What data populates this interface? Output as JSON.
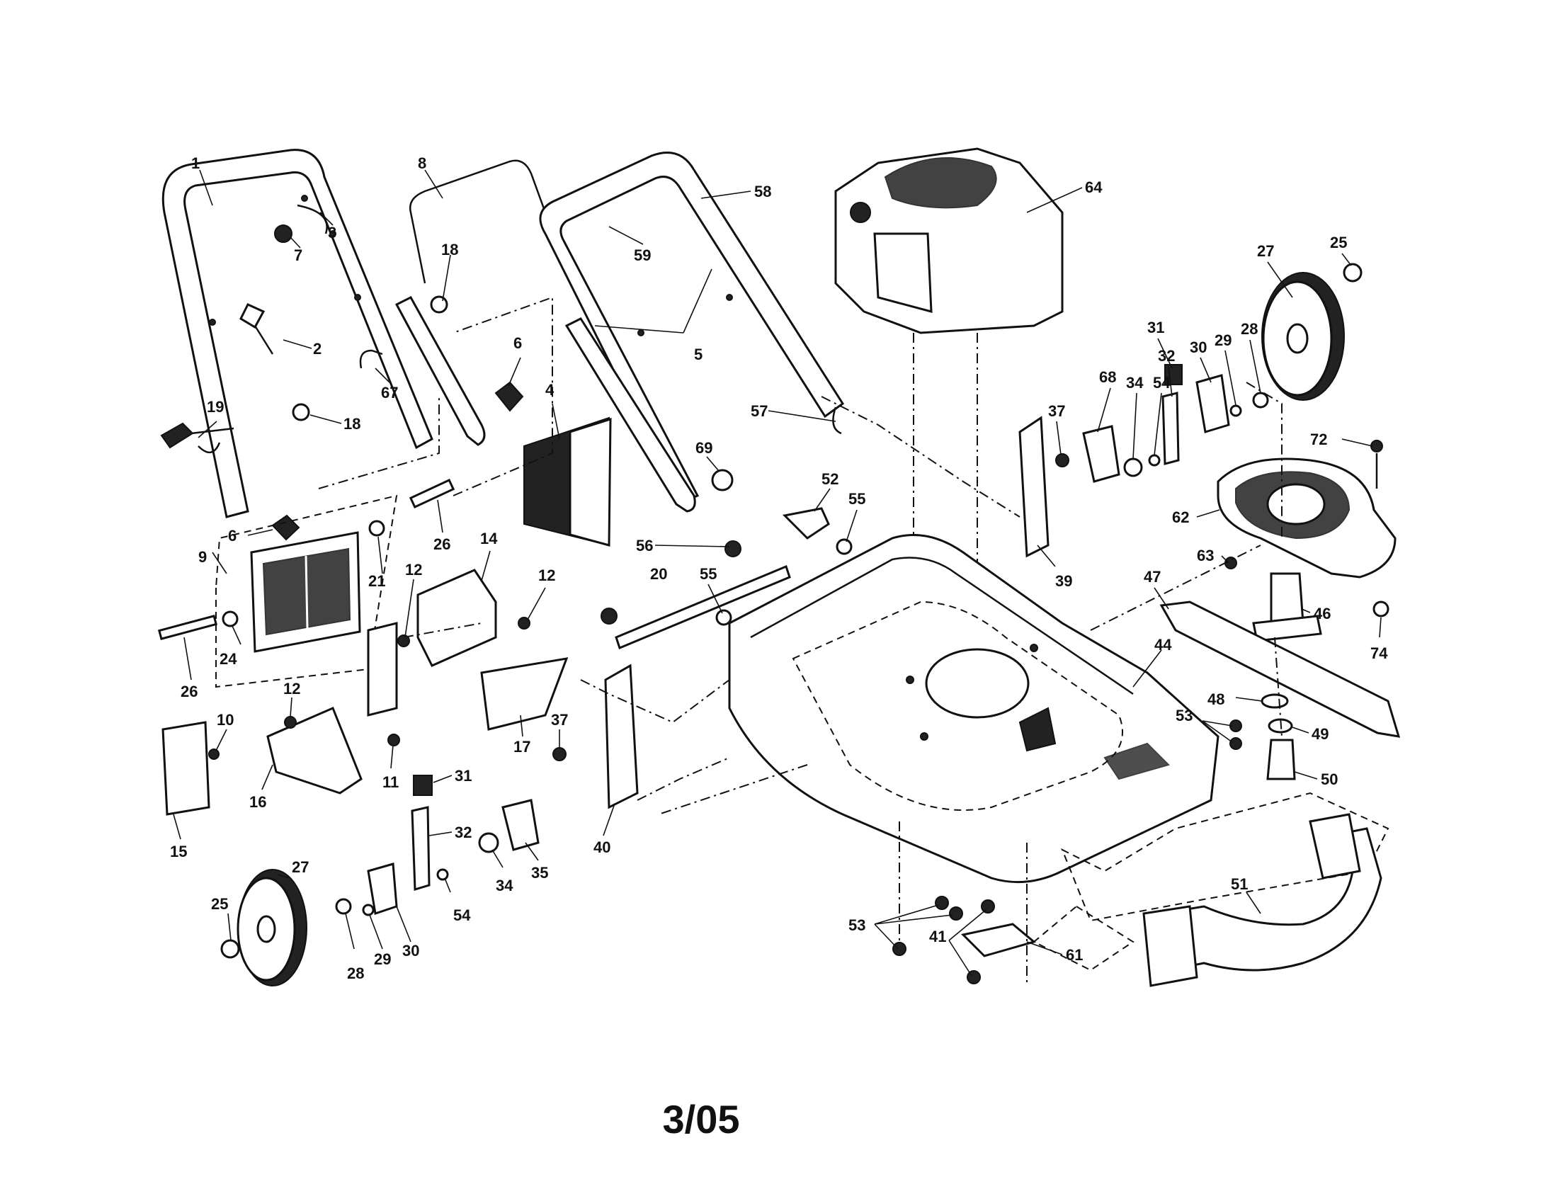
{
  "date_code": "3/05",
  "callouts": [
    {
      "id": "c-1",
      "text": "1"
    },
    {
      "id": "c-7",
      "text": "7"
    },
    {
      "id": "c-3",
      "text": "3"
    },
    {
      "id": "c-8",
      "text": "8"
    },
    {
      "id": "c-18a",
      "text": "18"
    },
    {
      "id": "c-2",
      "text": "2"
    },
    {
      "id": "c-67",
      "text": "67"
    },
    {
      "id": "c-6a",
      "text": "6"
    },
    {
      "id": "c-19",
      "text": "19"
    },
    {
      "id": "c-18b",
      "text": "18"
    },
    {
      "id": "c-6b",
      "text": "6"
    },
    {
      "id": "c-9",
      "text": "9"
    },
    {
      "id": "c-26a",
      "text": "26"
    },
    {
      "id": "c-21",
      "text": "21"
    },
    {
      "id": "c-24",
      "text": "24"
    },
    {
      "id": "c-26b",
      "text": "26"
    },
    {
      "id": "c-14",
      "text": "14"
    },
    {
      "id": "c-12a",
      "text": "12"
    },
    {
      "id": "c-12b",
      "text": "12"
    },
    {
      "id": "c-12c",
      "text": "12"
    },
    {
      "id": "c-4",
      "text": "4"
    },
    {
      "id": "c-10",
      "text": "10"
    },
    {
      "id": "c-11",
      "text": "11"
    },
    {
      "id": "c-16",
      "text": "16"
    },
    {
      "id": "c-15",
      "text": "15"
    },
    {
      "id": "c-17",
      "text": "17"
    },
    {
      "id": "c-58",
      "text": "58"
    },
    {
      "id": "c-59",
      "text": "59"
    },
    {
      "id": "c-5",
      "text": "5"
    },
    {
      "id": "c-57",
      "text": "57"
    },
    {
      "id": "c-69",
      "text": "69"
    },
    {
      "id": "c-64",
      "text": "64"
    },
    {
      "id": "c-52",
      "text": "52"
    },
    {
      "id": "c-55a",
      "text": "55"
    },
    {
      "id": "c-56",
      "text": "56"
    },
    {
      "id": "c-20",
      "text": "20"
    },
    {
      "id": "c-55b",
      "text": "55"
    },
    {
      "id": "c-37a",
      "text": "37"
    },
    {
      "id": "c-37b",
      "text": "37"
    },
    {
      "id": "c-40",
      "text": "40"
    },
    {
      "id": "c-31a",
      "text": "31"
    },
    {
      "id": "c-32a",
      "text": "32"
    },
    {
      "id": "c-35",
      "text": "35"
    },
    {
      "id": "c-34a",
      "text": "34"
    },
    {
      "id": "c-54a",
      "text": "54"
    },
    {
      "id": "c-27a",
      "text": "27"
    },
    {
      "id": "c-25a",
      "text": "25"
    },
    {
      "id": "c-28a",
      "text": "28"
    },
    {
      "id": "c-29a",
      "text": "29"
    },
    {
      "id": "c-30a",
      "text": "30"
    },
    {
      "id": "c-27b",
      "text": "27"
    },
    {
      "id": "c-25b",
      "text": "25"
    },
    {
      "id": "c-31b",
      "text": "31"
    },
    {
      "id": "c-32b",
      "text": "32"
    },
    {
      "id": "c-30b",
      "text": "30"
    },
    {
      "id": "c-29b",
      "text": "29"
    },
    {
      "id": "c-28b",
      "text": "28"
    },
    {
      "id": "c-68",
      "text": "68"
    },
    {
      "id": "c-34b",
      "text": "34"
    },
    {
      "id": "c-54b",
      "text": "54"
    },
    {
      "id": "c-39",
      "text": "39"
    },
    {
      "id": "c-72",
      "text": "72"
    },
    {
      "id": "c-62",
      "text": "62"
    },
    {
      "id": "c-63",
      "text": "63"
    },
    {
      "id": "c-47",
      "text": "47"
    },
    {
      "id": "c-46",
      "text": "46"
    },
    {
      "id": "c-74",
      "text": "74"
    },
    {
      "id": "c-44",
      "text": "44"
    },
    {
      "id": "c-48",
      "text": "48"
    },
    {
      "id": "c-53a",
      "text": "53"
    },
    {
      "id": "c-49",
      "text": "49"
    },
    {
      "id": "c-50",
      "text": "50"
    },
    {
      "id": "c-51",
      "text": "51"
    },
    {
      "id": "c-53b",
      "text": "53"
    },
    {
      "id": "c-41",
      "text": "41"
    },
    {
      "id": "c-61",
      "text": "61"
    }
  ]
}
